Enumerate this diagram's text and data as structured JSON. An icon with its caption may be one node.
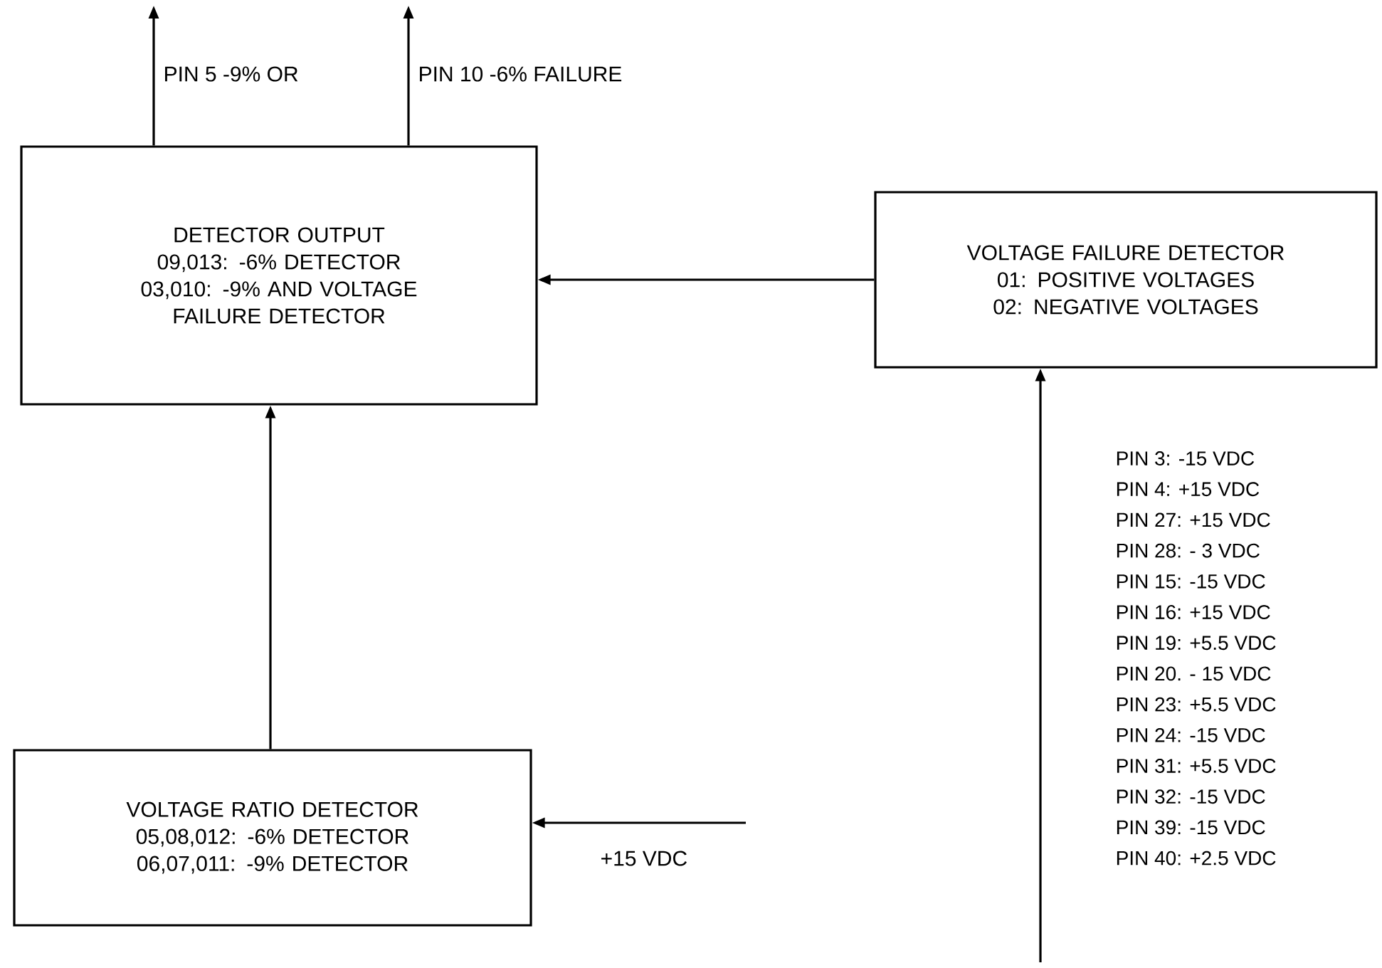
{
  "diagram": {
    "nodes": [
      {
        "text": [
          "DETECTOR OUTPUT",
          "09,013: -6% DETECTOR",
          "03,010: -9% AND VOLTAGE FAILURE DETECTOR"
        ]
      },
      {
        "text": [
          "VOLTAGE FAILURE DETECTOR",
          "01: POSITIVE VOLTAGES",
          "02: NEGATIVE VOLTAGES"
        ]
      },
      {
        "text": [
          "VOLTAGE RATIO DETECTOR",
          "05,08,012: -6% DETECTOR",
          "06,07,011: -9% DETECTOR"
        ]
      }
    ],
    "edges": [
      {
        "from": 0,
        "to": null,
        "arrow": "to",
        "label": "PIN 5 -9% OR"
      },
      {
        "from": 0,
        "to": null,
        "arrow": "to",
        "label": "PIN 10 -6% FAILURE"
      },
      {
        "from": 1,
        "to": 0,
        "arrow": "to"
      },
      {
        "from": 2,
        "to": 0,
        "arrow": "to"
      },
      {
        "from": null,
        "to": 1,
        "arrow": "to"
      },
      {
        "from": null,
        "to": 2,
        "arrow": "to",
        "label": "+15 VDC"
      }
    ],
    "labels": [
      "PIN 3: -15 VDC",
      "PIN 4: +15 VDC",
      "PIN 27: +15 VDC",
      "PIN 28: - 3 VDC",
      "PIN 15: -15 VDC",
      "PIN 16: +15 VDC",
      "PIN 19: +5.5 VDC",
      "PIN 20. - 15 VDC",
      "PIN 23: +5.5 VDC",
      "PIN 24: -15 VDC",
      "PIN 31: +5.5 VDC",
      "PIN 32: -15 VDC",
      "PIN 39: -15 VDC",
      "PIN 40: +2.5 VDC"
    ]
  }
}
